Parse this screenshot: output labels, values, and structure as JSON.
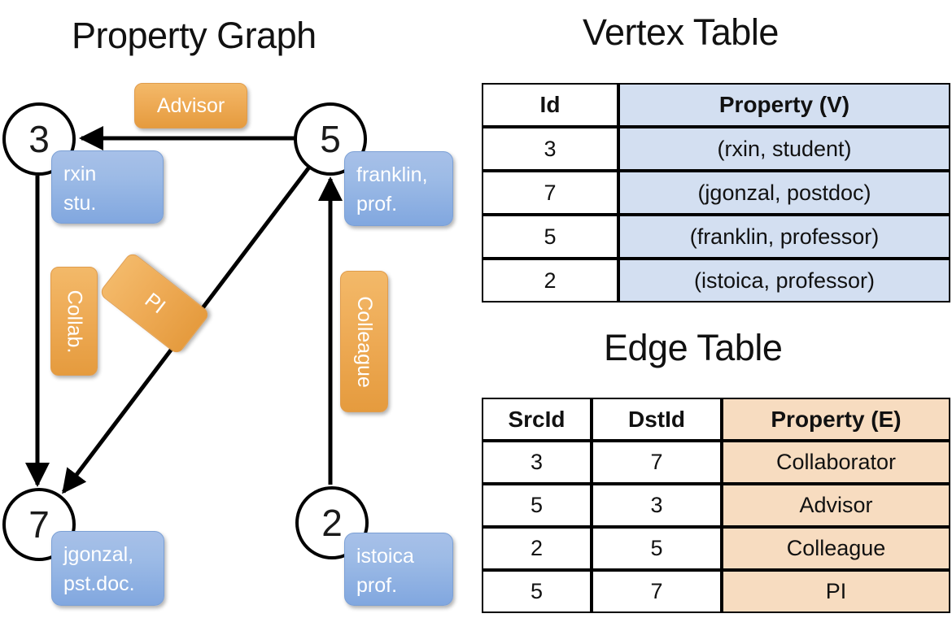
{
  "titles": {
    "property_graph": "Property Graph",
    "vertex_table": "Vertex Table",
    "edge_table": "Edge Table"
  },
  "graph": {
    "nodes": [
      {
        "id": "3",
        "property_lines": [
          "rxin",
          "stu."
        ]
      },
      {
        "id": "5",
        "property_lines": [
          "franklin,",
          "prof."
        ]
      },
      {
        "id": "7",
        "property_lines": [
          "jgonzal,",
          "pst.doc."
        ]
      },
      {
        "id": "2",
        "property_lines": [
          "istoica",
          "prof."
        ]
      }
    ],
    "edge_labels": [
      {
        "key": "advisor",
        "text": "Advisor"
      },
      {
        "key": "collab",
        "text": "Collab."
      },
      {
        "key": "pi",
        "text": "PI"
      },
      {
        "key": "colleague",
        "text": "Colleague"
      }
    ],
    "colors": {
      "node_fill": "#ffffff",
      "node_stroke": "#000000",
      "vertex_property_box": "#8fb2e3",
      "edge_property_box": "#eeab56",
      "edge_line": "#000000"
    }
  },
  "vertex_table": {
    "headers": [
      "Id",
      "Property (V)"
    ],
    "rows": [
      {
        "id": "3",
        "property": "(rxin, student)"
      },
      {
        "id": "7",
        "property": "(jgonzal, postdoc)"
      },
      {
        "id": "5",
        "property": "(franklin, professor)"
      },
      {
        "id": "2",
        "property": "(istoica, professor)"
      }
    ],
    "property_column_color": "#d3dff1"
  },
  "edge_table": {
    "headers": [
      "SrcId",
      "DstId",
      "Property (E)"
    ],
    "rows": [
      {
        "src": "3",
        "dst": "7",
        "property": "Collaborator"
      },
      {
        "src": "5",
        "dst": "3",
        "property": "Advisor"
      },
      {
        "src": "2",
        "dst": "5",
        "property": "Colleague"
      },
      {
        "src": "5",
        "dst": "7",
        "property": "PI"
      }
    ],
    "property_column_color": "#f7dcc0"
  }
}
